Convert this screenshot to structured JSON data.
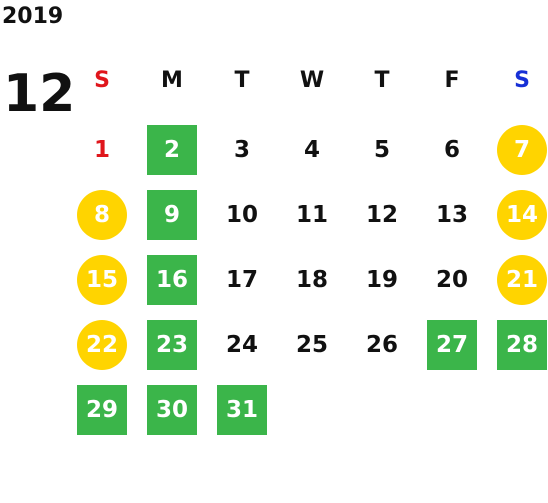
{
  "year": "2019",
  "month": "12",
  "colors": {
    "sunday": "#e0161c",
    "saturday": "#1730d6",
    "holiday_green": "#3bb54a",
    "weekend_yellow": "#ffd400"
  },
  "weekdays": [
    {
      "label": "S",
      "type": "sunday"
    },
    {
      "label": "M",
      "type": "weekday"
    },
    {
      "label": "T",
      "type": "weekday"
    },
    {
      "label": "W",
      "type": "weekday"
    },
    {
      "label": "T",
      "type": "weekday"
    },
    {
      "label": "F",
      "type": "weekday"
    },
    {
      "label": "S",
      "type": "saturday"
    }
  ],
  "weeks": [
    [
      {
        "day": "1",
        "style": "red"
      },
      {
        "day": "2",
        "style": "green"
      },
      {
        "day": "3",
        "style": "plain"
      },
      {
        "day": "4",
        "style": "plain"
      },
      {
        "day": "5",
        "style": "plain"
      },
      {
        "day": "6",
        "style": "plain"
      },
      {
        "day": "7",
        "style": "yellow"
      }
    ],
    [
      {
        "day": "8",
        "style": "yellow"
      },
      {
        "day": "9",
        "style": "green"
      },
      {
        "day": "10",
        "style": "plain"
      },
      {
        "day": "11",
        "style": "plain"
      },
      {
        "day": "12",
        "style": "plain"
      },
      {
        "day": "13",
        "style": "plain"
      },
      {
        "day": "14",
        "style": "yellow"
      }
    ],
    [
      {
        "day": "15",
        "style": "yellow"
      },
      {
        "day": "16",
        "style": "green"
      },
      {
        "day": "17",
        "style": "plain"
      },
      {
        "day": "18",
        "style": "plain"
      },
      {
        "day": "19",
        "style": "plain"
      },
      {
        "day": "20",
        "style": "plain"
      },
      {
        "day": "21",
        "style": "yellow"
      }
    ],
    [
      {
        "day": "22",
        "style": "yellow"
      },
      {
        "day": "23",
        "style": "green"
      },
      {
        "day": "24",
        "style": "plain"
      },
      {
        "day": "25",
        "style": "plain"
      },
      {
        "day": "26",
        "style": "plain"
      },
      {
        "day": "27",
        "style": "green"
      },
      {
        "day": "28",
        "style": "green"
      }
    ],
    [
      {
        "day": "29",
        "style": "green"
      },
      {
        "day": "30",
        "style": "green"
      },
      {
        "day": "31",
        "style": "green"
      }
    ]
  ]
}
